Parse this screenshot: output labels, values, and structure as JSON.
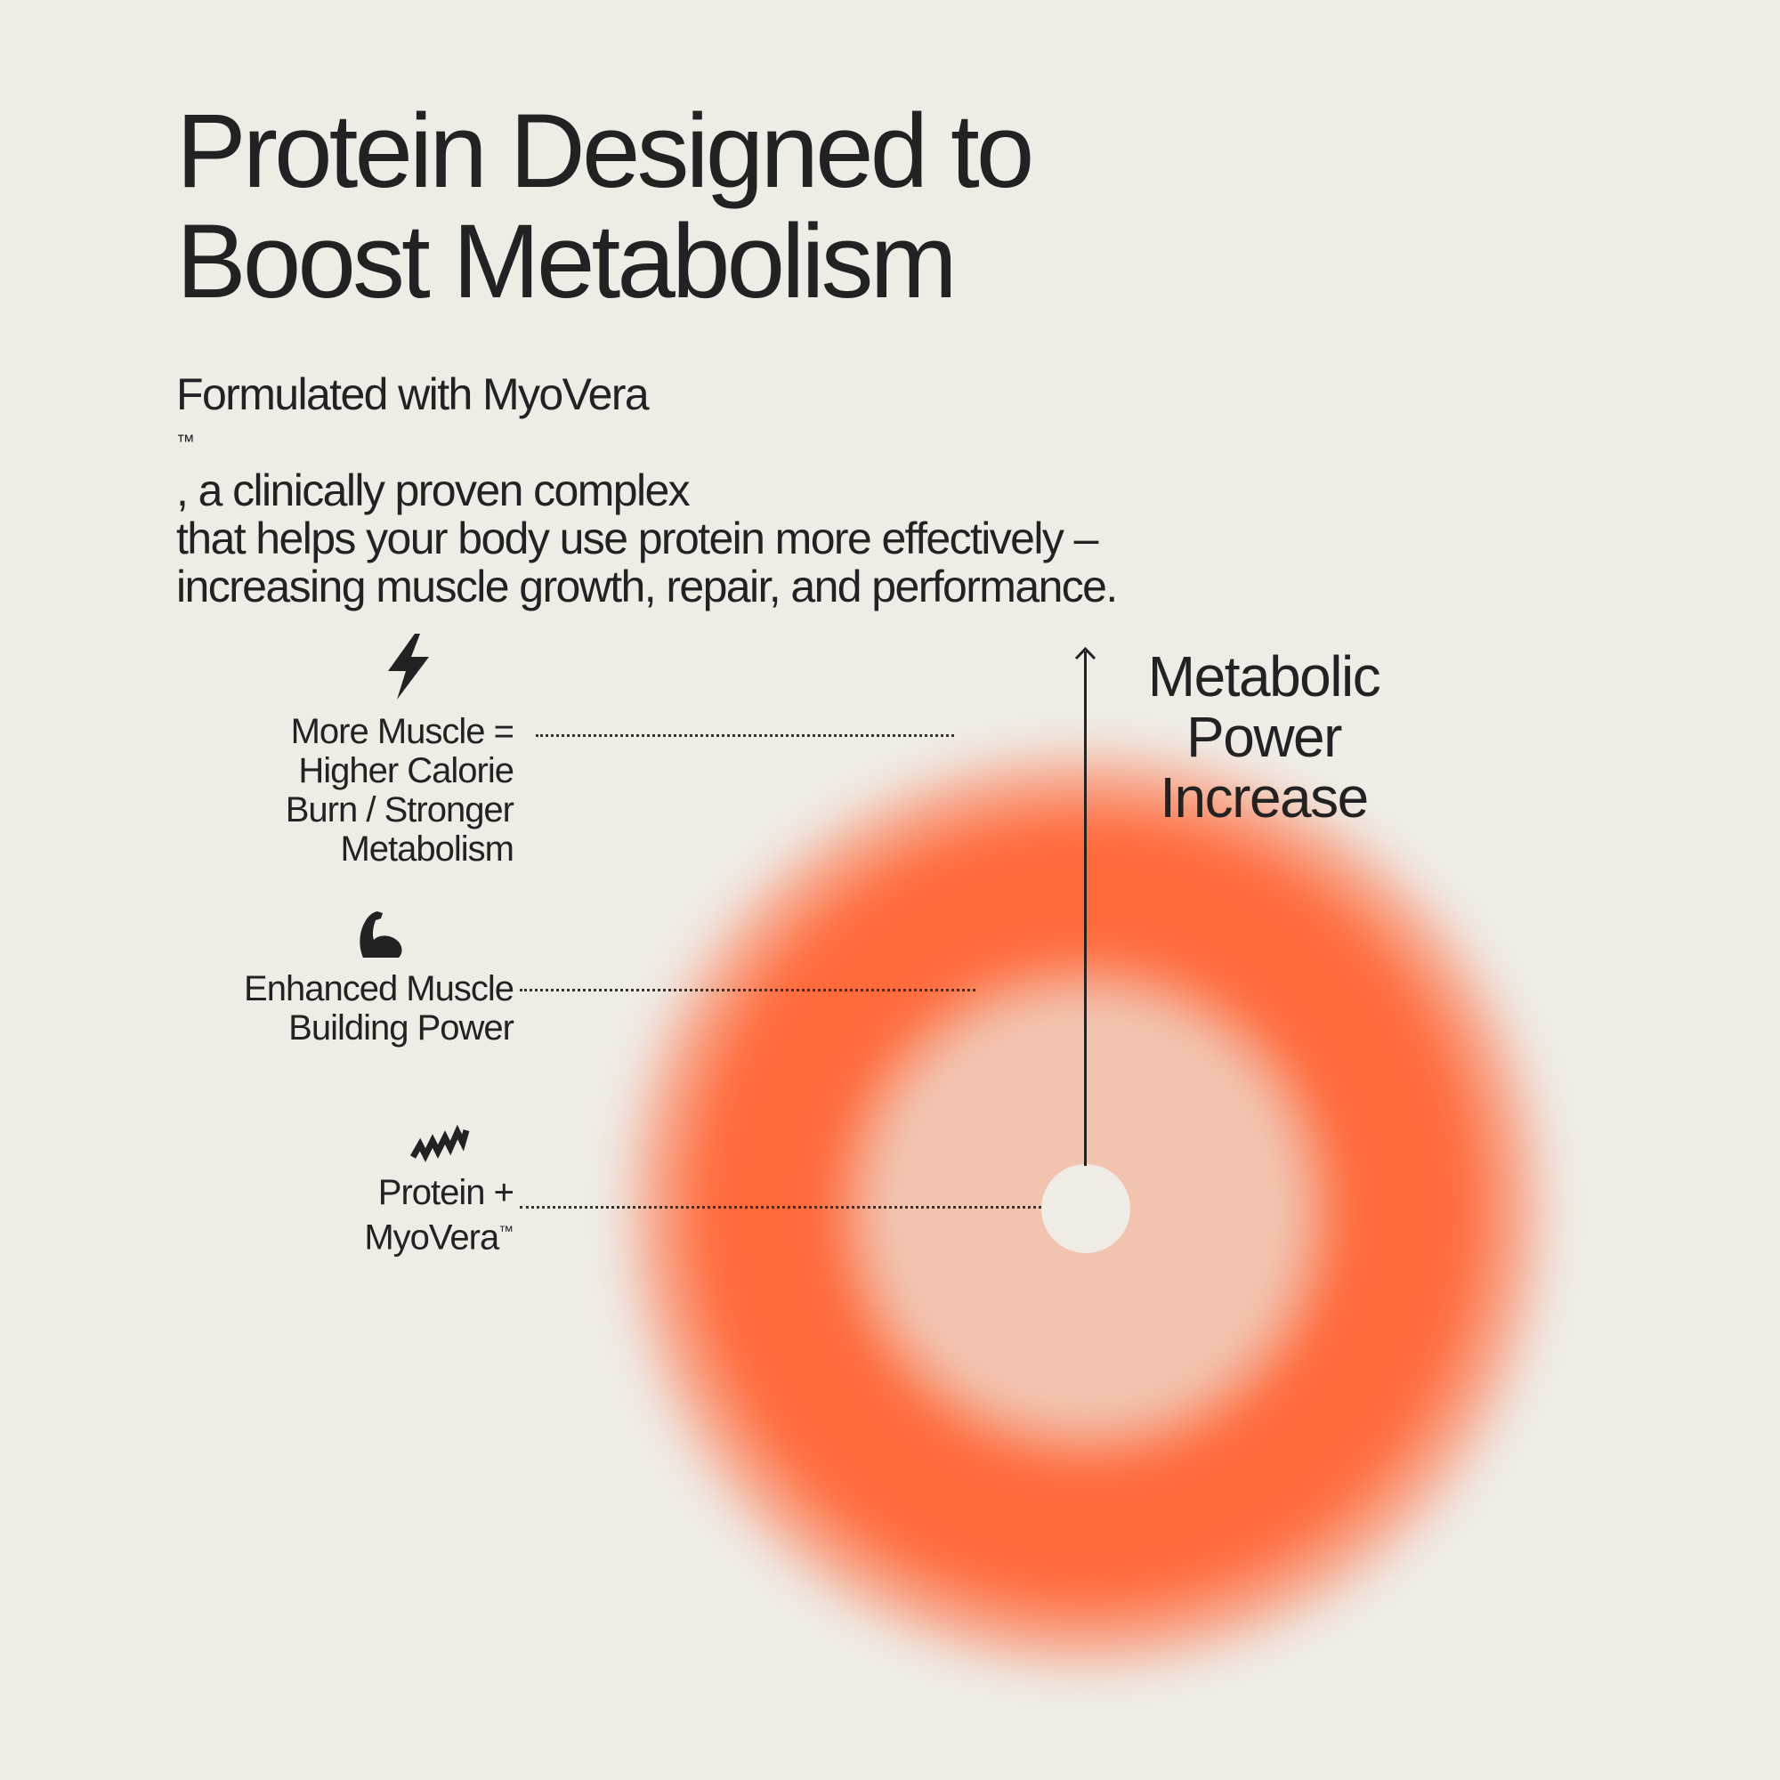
{
  "headline": {
    "line1": "Protein Designed to",
    "line2": "Boost Metabolism"
  },
  "subtext": {
    "line1_a": "Formulated with MyoVera",
    "line1_tm": "™",
    "line1_b": ",  a clinically proven complex",
    "line2": "that helps your body use protein more effectively –",
    "line3": "increasing muscle growth, repair, and performance."
  },
  "diagram": {
    "axis_label": {
      "line1": "Metabolic",
      "line2": "Power",
      "line3": "Increase"
    },
    "callouts": [
      {
        "icon": "lightning-bolt-icon",
        "lines": [
          "More Muscle =",
          "Higher Calorie",
          "Burn / Stronger",
          "Metabolism"
        ]
      },
      {
        "icon": "flexed-bicep-icon",
        "lines": [
          "Enhanced Muscle",
          "Building Power"
        ]
      },
      {
        "icon": "wave-zigzag-icon",
        "lines": [
          "Protein +",
          "MyoVera"
        ],
        "line2_tm": "™"
      }
    ],
    "colors": {
      "outer_ring": "#ff6a3b",
      "inner_disc": "#f2c4b0",
      "center_dot": "#efece6",
      "background": "#efece6",
      "text": "#222222"
    }
  }
}
